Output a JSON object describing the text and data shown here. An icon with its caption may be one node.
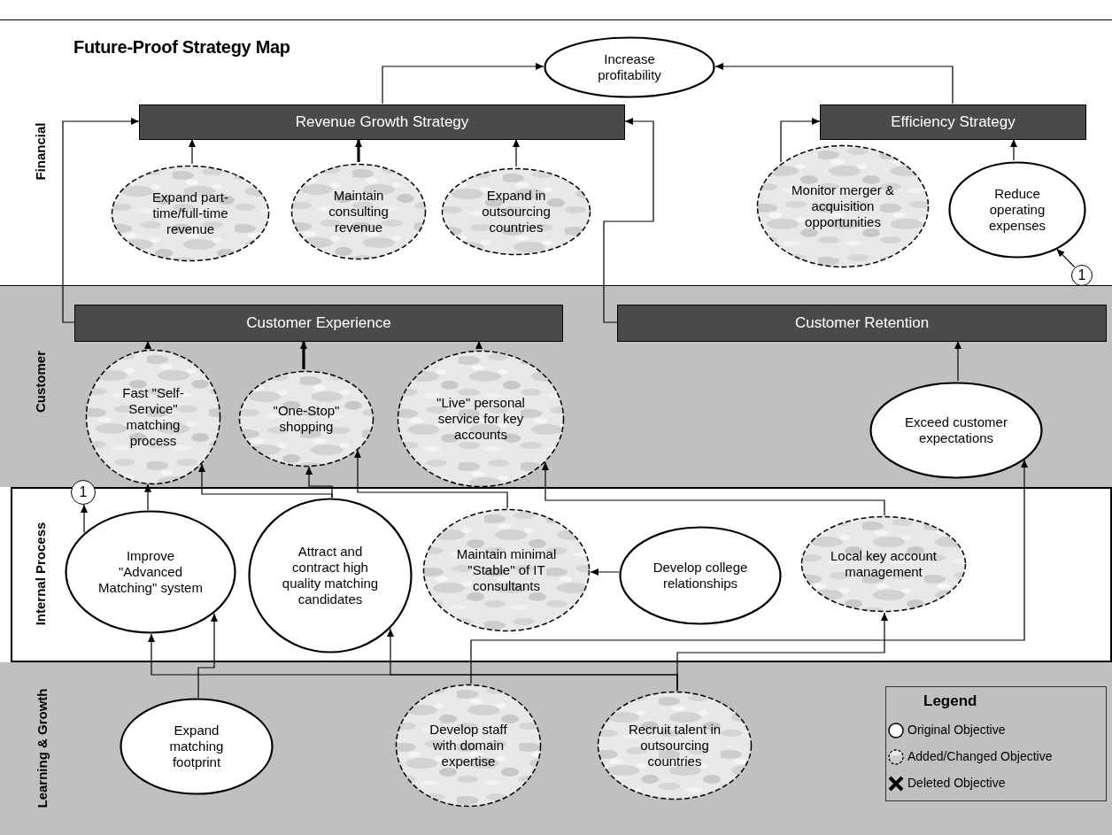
{
  "diagram": {
    "title": "Future-Proof Strategy Map",
    "nodes": [
      {
        "text": [
          "Financial"
        ]
      },
      {
        "text": [
          "Increase profitability"
        ],
        "in": 0
      },
      {
        "text": [
          "Revenue Growth Strategy"
        ],
        "in": 0
      },
      {
        "text": [
          "Efficiency Strategy"
        ],
        "in": 0
      },
      {
        "text": [
          "Expand part-time/full-time revenue"
        ],
        "in": 0
      },
      {
        "text": [
          "Maintain consulting revenue"
        ],
        "in": 0
      },
      {
        "text": [
          "Expand in outsourcing countries"
        ],
        "in": 0
      },
      {
        "text": [
          "Monitor merger & acquisition opportunities"
        ],
        "in": 0
      },
      {
        "text": [
          "Reduce operating expenses"
        ],
        "in": 0
      },
      {
        "text": [
          "1"
        ],
        "in": 0
      },
      {
        "text": [
          "Customer"
        ]
      },
      {
        "text": [
          "Customer Experience"
        ],
        "in": 10
      },
      {
        "text": [
          "Customer Retention"
        ],
        "in": 10
      },
      {
        "text": [
          "Fast \"Self-Service\" matching process"
        ],
        "in": 10
      },
      {
        "text": [
          "\"One-Stop\" shopping"
        ],
        "in": 10
      },
      {
        "text": [
          "\"Live\" personal service for key accounts"
        ],
        "in": 10
      },
      {
        "text": [
          "Exceed customer expectations"
        ],
        "in": 10
      },
      {
        "text": [
          "Internal Process"
        ]
      },
      {
        "text": [
          "1"
        ]
      },
      {
        "text": [
          "Improve \"Advanced Matching\" system"
        ],
        "in": 17
      },
      {
        "text": [
          "Attract and contract high quality matching candidates"
        ],
        "in": 17
      },
      {
        "text": [
          "Maintain minimal \"Stable\" of IT consultants"
        ],
        "in": 17
      },
      {
        "text": [
          "Develop college relationships"
        ],
        "in": 17
      },
      {
        "text": [
          "Local key account management"
        ],
        "in": 17
      },
      {
        "text": [
          "Learning & Growth"
        ]
      },
      {
        "text": [
          "Expand matching footprint"
        ],
        "in": 24
      },
      {
        "text": [
          "Develop staff with domain expertise"
        ],
        "in": 24
      },
      {
        "text": [
          "Recruit talent in outsourcing countries"
        ],
        "in": 24
      }
    ],
    "edges": [
      {
        "from": 2,
        "to": 1,
        "arrow": "to"
      },
      {
        "from": 3,
        "to": 1,
        "arrow": "to"
      },
      {
        "from": 4,
        "to": 2,
        "arrow": "to"
      },
      {
        "from": 5,
        "to": 2,
        "arrow": "to",
        "style": "thick"
      },
      {
        "from": 6,
        "to": 2,
        "arrow": "to"
      },
      {
        "from": 7,
        "to": 3,
        "arrow": "to"
      },
      {
        "from": 8,
        "to": 3,
        "arrow": "to"
      },
      {
        "from": 9,
        "to": 8,
        "arrow": "to"
      },
      {
        "from": 11,
        "to": 2,
        "arrow": "to"
      },
      {
        "from": 12,
        "to": 2,
        "arrow": "to"
      },
      {
        "from": 13,
        "to": 11,
        "arrow": "to"
      },
      {
        "from": 14,
        "to": 11,
        "arrow": "to",
        "style": "thick"
      },
      {
        "from": 15,
        "to": 11,
        "arrow": "to"
      },
      {
        "from": 16,
        "to": 12,
        "arrow": "to"
      },
      {
        "from": 19,
        "to": 13,
        "arrow": "to"
      },
      {
        "from": 19,
        "to": 18,
        "arrow": "to"
      },
      {
        "from": 20,
        "to": 13,
        "arrow": "to"
      },
      {
        "from": 20,
        "to": 14,
        "arrow": "to"
      },
      {
        "from": 21,
        "to": 14,
        "arrow": "to"
      },
      {
        "from": 23,
        "to": 15,
        "arrow": "to"
      },
      {
        "from": 22,
        "to": 21,
        "arrow": "to"
      },
      {
        "from": 26,
        "to": 16,
        "arrow": "to"
      },
      {
        "from": 27,
        "to": 19,
        "arrow": "to"
      },
      {
        "from": 27,
        "to": 20,
        "arrow": "to"
      },
      {
        "from": 27,
        "to": 23,
        "arrow": "to"
      },
      {
        "from": 25,
        "to": 19,
        "arrow": "to"
      }
    ],
    "labels": [
      "Legend"
    ],
    "legend": [
      {
        "text": "Original Objective"
      },
      {
        "text": "Added/Changed Objective"
      },
      {
        "text": "Deleted Objective"
      }
    ]
  }
}
